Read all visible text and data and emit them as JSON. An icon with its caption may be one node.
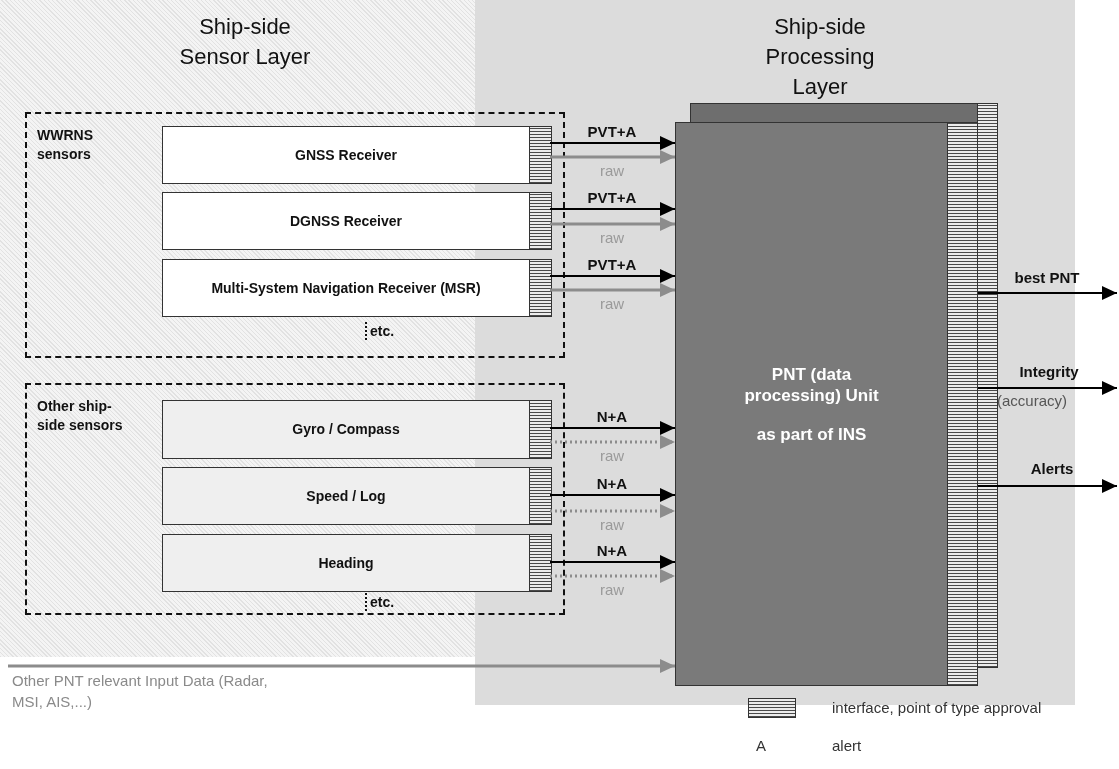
{
  "diagram": {
    "nodes": [
      {
        "text": [
          "Ship-side Sensor Layer"
        ]
      },
      {
        "text": [
          "Ship-side Processing Layer"
        ]
      },
      {
        "text": [
          "WWRNS sensors",
          "etc."
        ]
      },
      {
        "text": [
          "GNSS Receiver"
        ],
        "in": 2
      },
      {
        "text": [
          "DGNSS Receiver"
        ],
        "in": 2
      },
      {
        "text": [
          "Multi-System  Navigation Receiver (MSR)"
        ],
        "in": 2
      },
      {
        "text": [
          "Other ship-side sensors",
          "etc."
        ]
      },
      {
        "text": [
          "Gyro / Compass"
        ],
        "in": 6
      },
      {
        "text": [
          "Speed / Log"
        ],
        "in": 6
      },
      {
        "text": [
          "Heading"
        ],
        "in": 6
      },
      {
        "text": [
          "PNT (data processing) Unit",
          "as part of INS"
        ],
        "in": 1
      },
      {
        "text": [
          "Other PNT relevant Input Data (Radar, MSI, AIS,...)"
        ]
      }
    ],
    "edges": [
      {
        "from": 3,
        "to": 10,
        "arrow": "to",
        "label": "PVT+A"
      },
      {
        "from": 3,
        "to": 10,
        "arrow": "to",
        "label": "raw",
        "color": "#8c8c8c"
      },
      {
        "from": 4,
        "to": 10,
        "arrow": "to",
        "label": "PVT+A"
      },
      {
        "from": 4,
        "to": 10,
        "arrow": "to",
        "label": "raw",
        "color": "#8c8c8c"
      },
      {
        "from": 5,
        "to": 10,
        "arrow": "to",
        "label": "PVT+A"
      },
      {
        "from": 5,
        "to": 10,
        "arrow": "to",
        "label": "raw",
        "color": "#8c8c8c"
      },
      {
        "from": 7,
        "to": 10,
        "arrow": "to",
        "label": "N+A"
      },
      {
        "from": 7,
        "to": 10,
        "arrow": "to",
        "label": "raw",
        "color": "#8c8c8c",
        "style": "dashed"
      },
      {
        "from": 8,
        "to": 10,
        "arrow": "to",
        "label": "N+A"
      },
      {
        "from": 8,
        "to": 10,
        "arrow": "to",
        "label": "raw",
        "color": "#8c8c8c",
        "style": "dashed"
      },
      {
        "from": 9,
        "to": 10,
        "arrow": "to",
        "label": "N+A"
      },
      {
        "from": 9,
        "to": 10,
        "arrow": "to",
        "label": "raw",
        "color": "#8c8c8c",
        "style": "dashed"
      },
      {
        "from": 11,
        "to": 10,
        "arrow": "to",
        "color": "#8c8c8c"
      },
      {
        "from": 10,
        "to": null,
        "arrow": "to",
        "label": "best PNT"
      },
      {
        "from": 10,
        "to": null,
        "arrow": "to",
        "label": "Integrity"
      },
      {
        "from": 10,
        "to": null,
        "arrow": "to",
        "label": "Alerts"
      }
    ],
    "labels": [
      "(accuracy)",
      "A"
    ],
    "legend": [
      {
        "text": "interface, point of type approval"
      },
      {
        "text": "alert"
      }
    ]
  }
}
